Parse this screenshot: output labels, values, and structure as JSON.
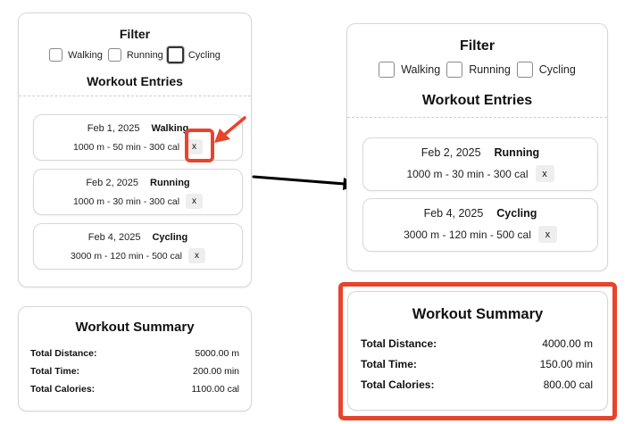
{
  "before": {
    "filter": {
      "title": "Filter",
      "options": [
        {
          "label": "Walking",
          "checked": false
        },
        {
          "label": "Running",
          "checked": false
        },
        {
          "label": "Cycling",
          "checked": false,
          "focused": true
        }
      ]
    },
    "entries_title": "Workout Entries",
    "entries": [
      {
        "date": "Feb 1, 2025",
        "type": "Walking",
        "details": "1000 m - 50 min - 300 cal",
        "delete_label": "x"
      },
      {
        "date": "Feb 2, 2025",
        "type": "Running",
        "details": "1000 m - 30 min - 300 cal",
        "delete_label": "x"
      },
      {
        "date": "Feb 4, 2025",
        "type": "Cycling",
        "details": "3000 m - 120 min - 500 cal",
        "delete_label": "x"
      }
    ],
    "summary": {
      "title": "Workout Summary",
      "rows": [
        {
          "label": "Total Distance:",
          "value": "5000.00 m"
        },
        {
          "label": "Total Time:",
          "value": "200.00 min"
        },
        {
          "label": "Total Calories:",
          "value": "1100.00 cal"
        }
      ]
    }
  },
  "after": {
    "filter": {
      "title": "Filter",
      "options": [
        {
          "label": "Walking",
          "checked": false
        },
        {
          "label": "Running",
          "checked": false
        },
        {
          "label": "Cycling",
          "checked": false
        }
      ]
    },
    "entries_title": "Workout Entries",
    "entries": [
      {
        "date": "Feb 2, 2025",
        "type": "Running",
        "details": "1000 m - 30 min - 300 cal",
        "delete_label": "x"
      },
      {
        "date": "Feb 4, 2025",
        "type": "Cycling",
        "details": "3000 m - 120 min - 500 cal",
        "delete_label": "x"
      }
    ],
    "summary": {
      "title": "Workout Summary",
      "rows": [
        {
          "label": "Total Distance:",
          "value": "4000.00 m"
        },
        {
          "label": "Total Time:",
          "value": "150.00 min"
        },
        {
          "label": "Total Calories:",
          "value": "800.00 cal"
        }
      ]
    }
  },
  "annotation": {
    "highlight_color": "#e8442c",
    "arrow_color": "#000000",
    "icons": [
      "annotation-pointer-arrow-icon",
      "transition-arrow-icon"
    ]
  }
}
